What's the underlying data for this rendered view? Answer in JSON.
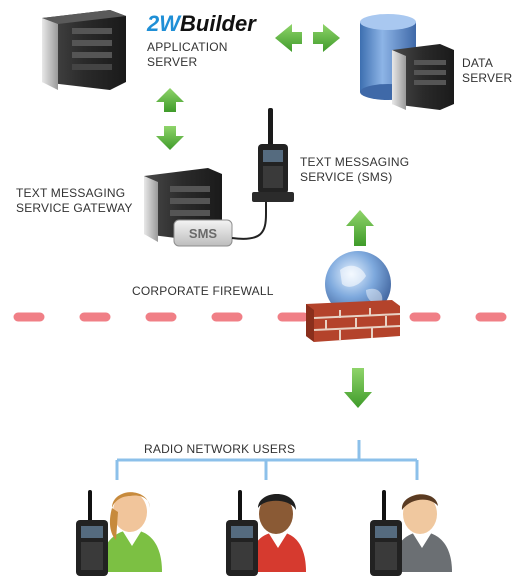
{
  "brand": {
    "prefix": "2W",
    "name": "Builder"
  },
  "labels": {
    "app_server": "APPLICATION\nSERVER",
    "data_server": "DATA\nSERVER",
    "gateway": "TEXT MESSAGING\nSERVICE GATEWAY",
    "sms_service": "TEXT MESSAGING\nSERVICE (SMS)",
    "firewall": "CORPORATE FIREWALL",
    "users": "RADIO NETWORK USERS",
    "sms_badge": "SMS"
  },
  "colors": {
    "arrow_green": "#5fb33c",
    "firewall_line": "#f07f86",
    "network_line": "#8cc0ea",
    "server_dark": "#2e2e2e",
    "database_blue": "#5b8fcf",
    "brick": "#b4432b",
    "user_green": "#7cc043",
    "user_red": "#d63a2f",
    "user_gray": "#6b6f73"
  },
  "icons": [
    "server-icon",
    "database-icon",
    "radio-icon",
    "globe-icon",
    "firewall-icon",
    "user-icon",
    "arrow-icon"
  ]
}
